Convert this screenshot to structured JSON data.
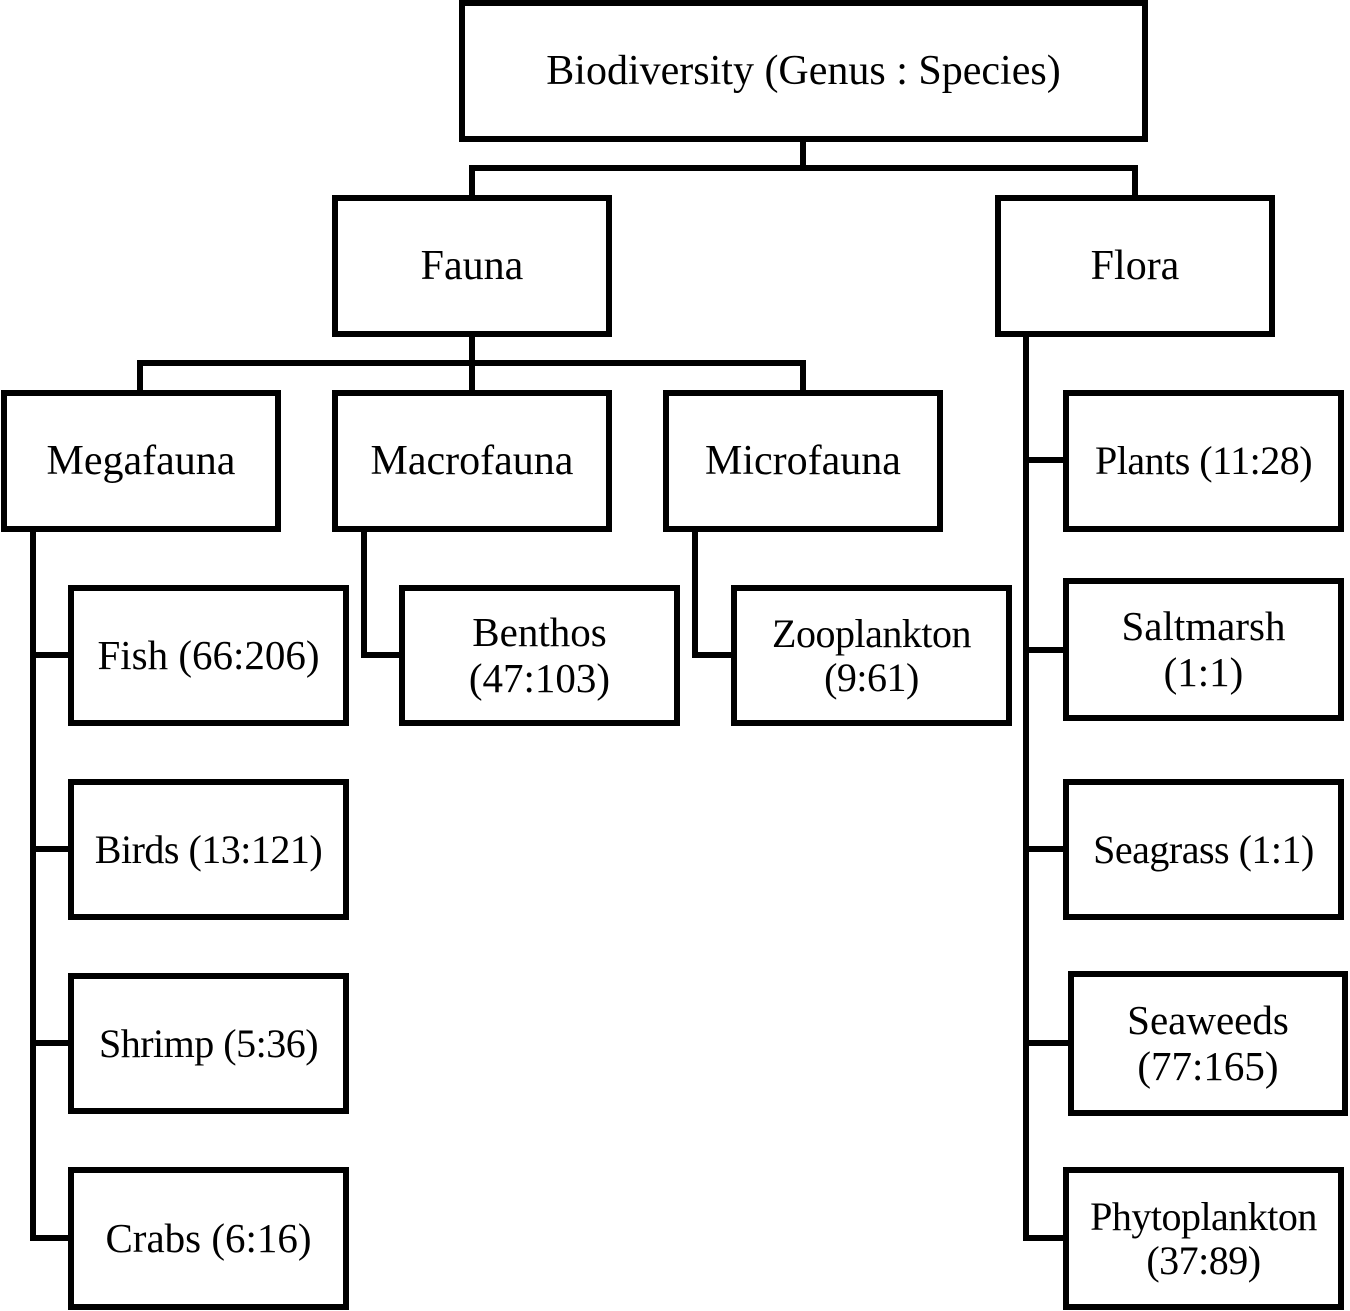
{
  "root": {
    "label": "Biodiversity (Genus : Species)"
  },
  "fauna": {
    "label": "Fauna",
    "megafauna": {
      "label": "Megafauna",
      "fish": "Fish (66:206)",
      "birds": "Birds (13:121)",
      "shrimp": "Shrimp (5:36)",
      "crabs": "Crabs (6:16)"
    },
    "macrofauna": {
      "label": "Macrofauna",
      "benthos": {
        "line1": "Benthos",
        "line2": "(47:103)"
      }
    },
    "microfauna": {
      "label": "Microfauna",
      "zooplankton": {
        "line1": "Zooplankton",
        "line2": "(9:61)"
      }
    }
  },
  "flora": {
    "label": "Flora",
    "plants": "Plants (11:28)",
    "saltmarsh": {
      "line1": "Saltmarsh",
      "line2": "(1:1)"
    },
    "seagrass": "Seagrass (1:1)",
    "seaweeds": {
      "line1": "Seaweeds",
      "line2": "(77:165)"
    },
    "phytoplankton": {
      "line1": "Phytoplankton",
      "line2": "(37:89)"
    }
  }
}
